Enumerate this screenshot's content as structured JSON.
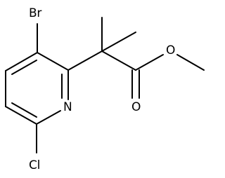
{
  "molecule": {
    "atoms": {
      "br": "Br",
      "n": "N",
      "cl": "Cl",
      "o_ester": "O",
      "o_carbonyl": "O"
    }
  }
}
